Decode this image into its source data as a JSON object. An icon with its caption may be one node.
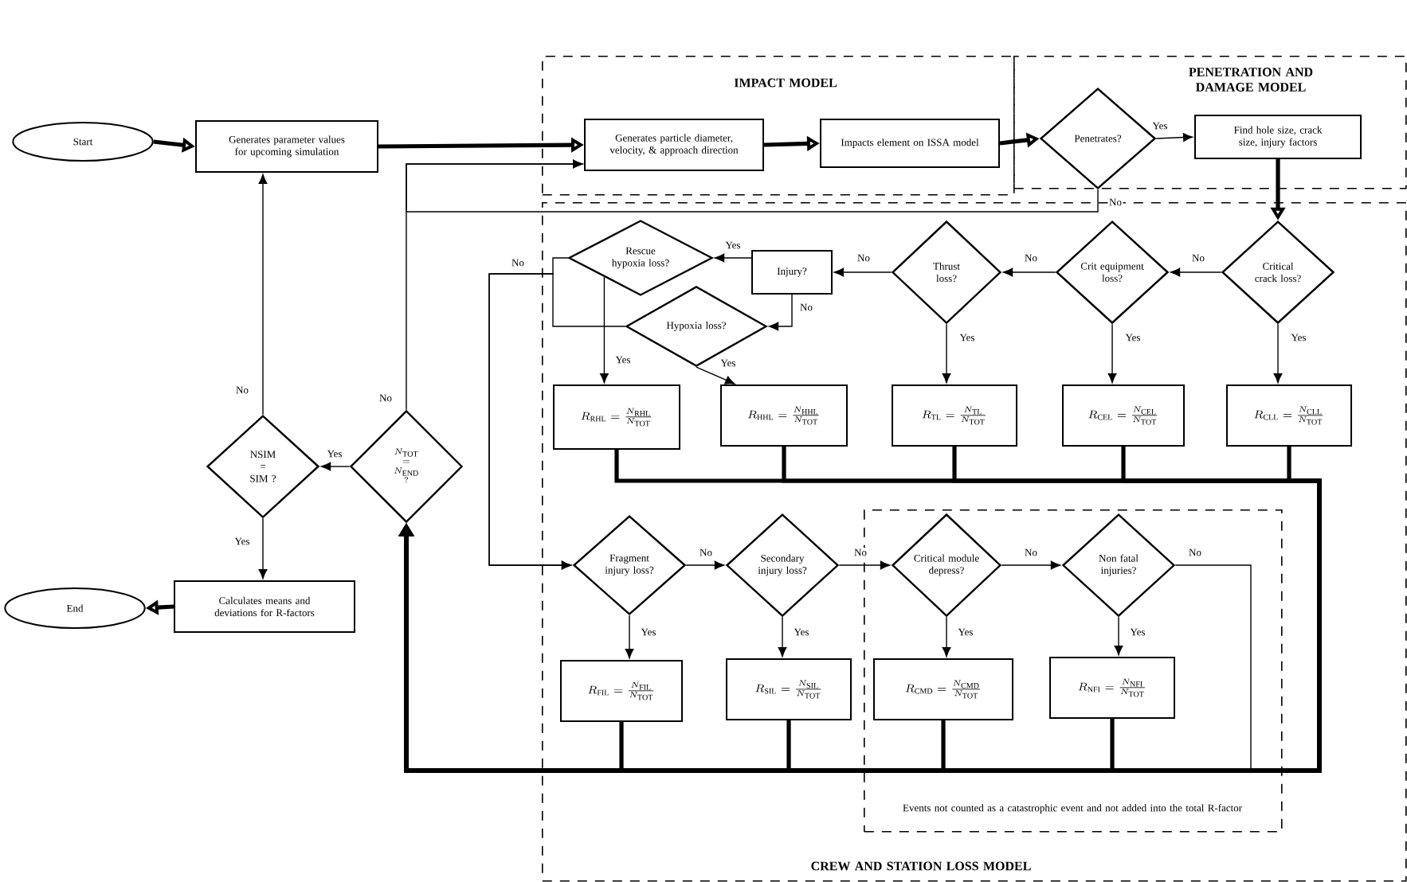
{
  "diagram": {
    "nodes": [
      {
        "text": [
          "IMPACT MODEL"
        ]
      },
      {
        "text": [
          "PENETRATION AND DAMAGE MODEL"
        ]
      },
      {
        "text": [
          "CREW AND STATION LOSS MODEL"
        ]
      },
      {
        "text": [
          "Events not counted as a catastrophic event and not added into the total R-factor"
        ],
        "in": 2
      },
      {
        "text": [
          "Start"
        ]
      },
      {
        "text": [
          "Generates parameter values for upcoming simulation"
        ]
      },
      {
        "text": [
          "Generates particle diameter, velocity, & approach direction"
        ],
        "in": 0
      },
      {
        "text": [
          "Impacts element on ISSA model"
        ],
        "in": 0
      },
      {
        "text": [
          "Penetrates?"
        ],
        "in": 1
      },
      {
        "text": [
          "Find hole size, crack size, injury factors"
        ],
        "in": 1
      },
      {
        "text": [
          "Critical crack loss?"
        ],
        "in": 2
      },
      {
        "text": [
          "Crit equipment loss?"
        ],
        "in": 2
      },
      {
        "text": [
          "Thrust loss?"
        ],
        "in": 2
      },
      {
        "text": [
          "Injury?"
        ],
        "in": 2
      },
      {
        "text": [
          "Rescue hypoxia loss?"
        ],
        "in": 2
      },
      {
        "text": [
          "Hypoxia loss?"
        ],
        "in": 2
      },
      {
        "text": [
          "R_{\\mathrm{RHL}} = \\frac{N_{\\mathrm{RHL}}}{N_{\\mathrm{TOT}}}"
        ],
        "in": 2
      },
      {
        "text": [
          "R_{\\mathrm{HHL}} = \\frac{N_{\\mathrm{HHL}}}{N_{\\mathrm{TOT}}}"
        ],
        "in": 2
      },
      {
        "text": [
          "R_{\\mathrm{TL}} = \\frac{N_{\\mathrm{TL}}}{N_{\\mathrm{TOT}}}"
        ],
        "in": 2
      },
      {
        "text": [
          "R_{\\mathrm{CEL}} = \\frac{N_{\\mathrm{CEL}}}{N_{\\mathrm{TOT}}}"
        ],
        "in": 2
      },
      {
        "text": [
          "R_{\\mathrm{CLL}} = \\frac{N_{\\mathrm{CLL}}}{N_{\\mathrm{TOT}}}"
        ],
        "in": 2
      },
      {
        "text": [
          "Fragment injury loss?"
        ],
        "in": 2
      },
      {
        "text": [
          "Secondary injury loss?"
        ],
        "in": 2
      },
      {
        "text": [
          "Critical module depress?"
        ],
        "in": 3
      },
      {
        "text": [
          "Non fatal injuries?"
        ],
        "in": 3
      },
      {
        "text": [
          "R_{\\mathrm{FIL}} = \\frac{N_{\\mathrm{FIL}}}{N_{\\mathrm{TOT}}}"
        ],
        "in": 2
      },
      {
        "text": [
          "R_{\\mathrm{SIL}} = \\frac{N_{\\mathrm{SIL}}}{N_{\\mathrm{TOT}}}"
        ],
        "in": 2
      },
      {
        "text": [
          "R_{\\mathrm{CMD}} = \\frac{N_{\\mathrm{CMD}}}{N_{\\mathrm{TOT}}}"
        ],
        "in": 3
      },
      {
        "text": [
          "R_{\\mathrm{NFI}} = \\frac{N_{\\mathrm{NFI}}}{N_{\\mathrm{TOT}}}"
        ],
        "in": 3
      },
      {
        "text": [
          "NSIM = SIM ?"
        ]
      },
      {
        "text": [
          "\\begin{array}{c}N_{\\mathrm{TOT}}\\\\=\\\\N_{\\mathrm{END}}\\\\?\\end{array}"
        ]
      },
      {
        "text": [
          "Calculates means and deviations for R-factors"
        ]
      },
      {
        "text": [
          "End"
        ]
      }
    ],
    "edges": [
      {
        "from": 4,
        "to": 5,
        "arrow": "to",
        "style": "thick"
      },
      {
        "from": 5,
        "to": 6,
        "arrow": "to",
        "style": "thick"
      },
      {
        "from": 6,
        "to": 7,
        "arrow": "to",
        "style": "thick"
      },
      {
        "from": 7,
        "to": 8,
        "arrow": "to",
        "style": "thick"
      },
      {
        "from": 8,
        "to": 9,
        "arrow": "to",
        "label": "Yes"
      },
      {
        "from": 8,
        "to": 6,
        "arrow": "to",
        "label": "No"
      },
      {
        "from": 9,
        "to": 10,
        "arrow": "to",
        "style": "thick"
      },
      {
        "from": 10,
        "to": 11,
        "arrow": "to",
        "label": "No"
      },
      {
        "from": 10,
        "to": 20,
        "arrow": "to",
        "label": "Yes"
      },
      {
        "from": 11,
        "to": 12,
        "arrow": "to",
        "label": "No"
      },
      {
        "from": 11,
        "to": 19,
        "arrow": "to",
        "label": "Yes"
      },
      {
        "from": 12,
        "to": 13,
        "arrow": "to",
        "label": "No"
      },
      {
        "from": 12,
        "to": 18,
        "arrow": "to",
        "label": "Yes"
      },
      {
        "from": 13,
        "to": 14,
        "arrow": "to",
        "label": "Yes"
      },
      {
        "from": 13,
        "to": 15,
        "arrow": "to",
        "label": "No"
      },
      {
        "from": 14,
        "to": 21,
        "arrow": "to",
        "label": "No"
      },
      {
        "from": 14,
        "to": 16,
        "arrow": "to",
        "label": "Yes"
      },
      {
        "from": 15,
        "to": 21,
        "arrow": "to"
      },
      {
        "from": 15,
        "to": 17,
        "arrow": "to",
        "label": "Yes"
      },
      {
        "from": 16,
        "to": 30,
        "arrow": "to",
        "style": "thick"
      },
      {
        "from": 17,
        "to": 30,
        "arrow": "to",
        "style": "thick"
      },
      {
        "from": 18,
        "to": 30,
        "arrow": "to",
        "style": "thick"
      },
      {
        "from": 19,
        "to": 30,
        "arrow": "to",
        "style": "thick"
      },
      {
        "from": 20,
        "to": 30,
        "arrow": "to",
        "style": "thick"
      },
      {
        "from": 21,
        "to": 22,
        "arrow": "to",
        "label": "No"
      },
      {
        "from": 21,
        "to": 25,
        "arrow": "to",
        "label": "Yes"
      },
      {
        "from": 22,
        "to": 23,
        "arrow": "to",
        "label": "No"
      },
      {
        "from": 22,
        "to": 26,
        "arrow": "to",
        "label": "Yes"
      },
      {
        "from": 23,
        "to": 24,
        "arrow": "to",
        "label": "No"
      },
      {
        "from": 23,
        "to": 27,
        "arrow": "to",
        "label": "Yes"
      },
      {
        "from": 24,
        "to": 28,
        "arrow": "to",
        "label": "Yes"
      },
      {
        "from": 24,
        "to": 30,
        "arrow": "to",
        "label": "No"
      },
      {
        "from": 25,
        "to": 30,
        "arrow": "to",
        "style": "thick"
      },
      {
        "from": 26,
        "to": 30,
        "arrow": "to",
        "style": "thick"
      },
      {
        "from": 27,
        "to": 30,
        "arrow": "to",
        "style": "thick"
      },
      {
        "from": 28,
        "to": 30,
        "arrow": "to",
        "style": "thick"
      },
      {
        "from": 30,
        "to": 29,
        "arrow": "to",
        "label": "Yes"
      },
      {
        "from": 30,
        "to": 6,
        "arrow": "to",
        "label": "No"
      },
      {
        "from": 29,
        "to": 5,
        "arrow": "to",
        "label": "No"
      },
      {
        "from": 29,
        "to": 31,
        "arrow": "to",
        "label": "Yes"
      },
      {
        "from": 31,
        "to": 32,
        "arrow": "to",
        "style": "thick"
      }
    ]
  }
}
